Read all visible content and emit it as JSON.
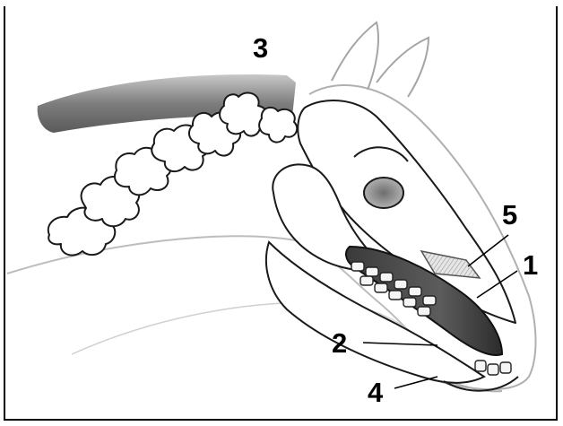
{
  "diagram": {
    "labels": {
      "l1": "1",
      "l2": "2",
      "l3": "3",
      "l4": "4",
      "l5": "5"
    }
  }
}
